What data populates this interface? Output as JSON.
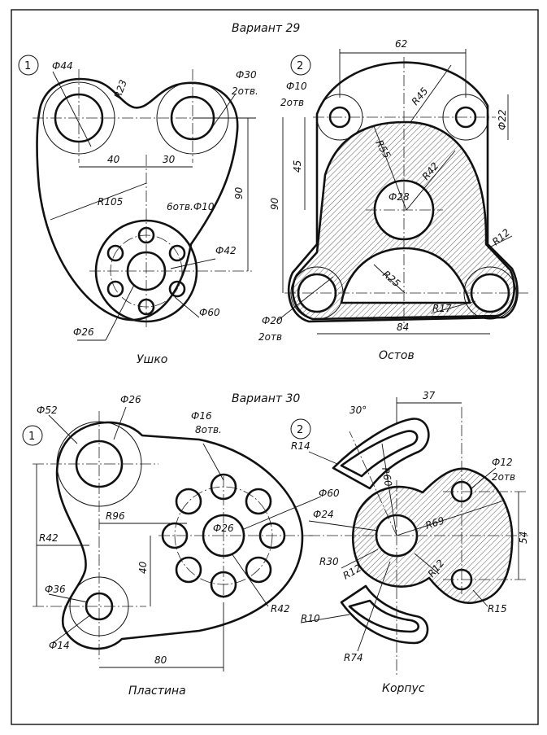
{
  "page": {
    "variant_29": "Вариант 29",
    "variant_30": "Вариант 30"
  },
  "drawings": {
    "ushko": {
      "number": "1",
      "title": "Ушко",
      "dims": {
        "d44": "Ф44",
        "r23": "R23",
        "d30": "Ф30",
        "d30_note": "2отв.",
        "l40": "40",
        "l30": "30",
        "holes": "6отв.Ф10",
        "r105": "R105",
        "l90": "90",
        "d42": "Ф42",
        "d60": "Ф60",
        "d26": "Ф26"
      }
    },
    "ostov": {
      "number": "2",
      "title": "Остов",
      "dims": {
        "l62": "62",
        "d10": "Ф10",
        "d10_note": "2отв",
        "r45": "R45",
        "d22": "Ф22",
        "r55": "R55",
        "l45": "45",
        "r42": "R42",
        "l90": "90",
        "d28": "Ф28",
        "r12": "R12",
        "r25": "R25",
        "r17": "R17",
        "d20": "Ф20",
        "d20_note": "2отв",
        "l84": "84"
      }
    },
    "plastina": {
      "number": "1",
      "title": "Пластина",
      "dims": {
        "d52": "Ф52",
        "d26": "Ф26",
        "d16": "Ф16",
        "d16_note": "8отв.",
        "r96": "R96",
        "d60": "Ф60",
        "d26c": "Ф26",
        "r42": "R42",
        "l40": "40",
        "d36": "Ф36",
        "r42b": "R42",
        "d14": "Ф14",
        "l80": "80"
      }
    },
    "korpus": {
      "number": "2",
      "title": "Корпус",
      "dims": {
        "a30": "30°",
        "l37": "37",
        "r14": "R14",
        "r60": "R60",
        "d12": "Ф12",
        "d12_note": "2отв",
        "d24": "Ф24",
        "r69": "R69",
        "l54": "54",
        "r30": "R30",
        "r12a": "R12",
        "r12b": "R12",
        "r15": "R15",
        "r10": "R10",
        "r74": "R74"
      }
    }
  }
}
